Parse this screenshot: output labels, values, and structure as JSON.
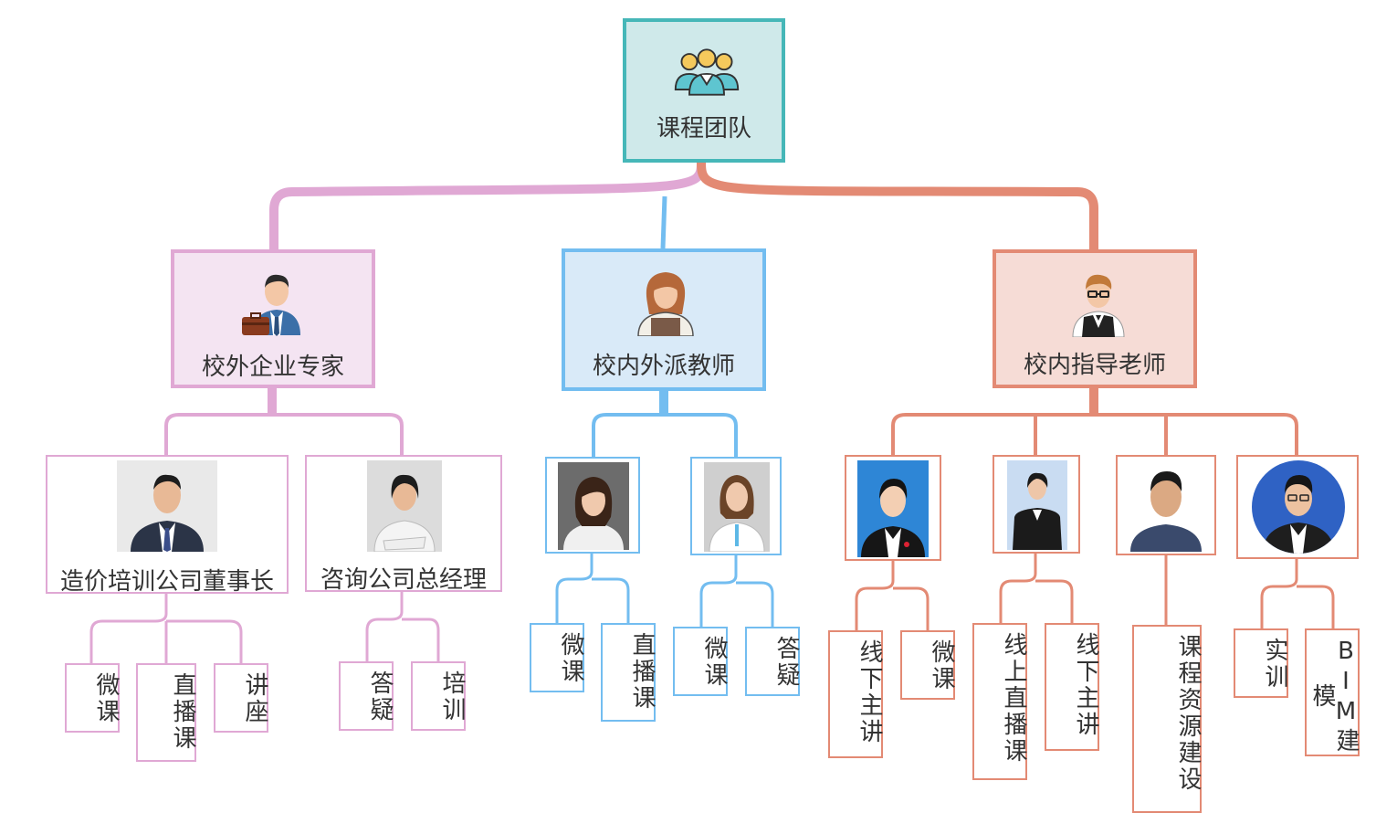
{
  "root": {
    "label": "课程团队",
    "icon": "team-icon"
  },
  "colors": {
    "root_fill": "#cfe9ea",
    "root_border": "#46b7b8",
    "pink": "#e0a8d4",
    "pink_fill": "#f4e4f2",
    "blue": "#73bdf0",
    "blue_fill": "#d9eaf8",
    "orange": "#e38a74",
    "orange_fill": "#f6dcd6"
  },
  "groups": [
    {
      "label": "校外企业专家",
      "icon": "businessman-with-briefcase-icon",
      "members": [
        {
          "title": "造价培训公司董事长",
          "leaves": [
            "微课",
            "直播课",
            "讲座"
          ]
        },
        {
          "title": "咨询公司总经理",
          "leaves": [
            "答疑",
            "培训"
          ]
        }
      ]
    },
    {
      "label": "校内外派教师",
      "icon": "female-teacher-icon",
      "members": [
        {
          "title": "",
          "leaves": [
            "微课",
            "直播课"
          ]
        },
        {
          "title": "",
          "leaves": [
            "微课",
            "答疑"
          ]
        }
      ]
    },
    {
      "label": "校内指导老师",
      "icon": "teacher-with-glasses-icon",
      "members": [
        {
          "title": "",
          "leaves": [
            "线下主讲",
            "微课"
          ]
        },
        {
          "title": "",
          "leaves": [
            "线上直播课",
            "线下主讲"
          ]
        },
        {
          "title": "",
          "leaves": [
            "课程资源建设"
          ]
        },
        {
          "title": "",
          "leaves": [
            "实训",
            "BIM建模"
          ]
        }
      ]
    }
  ]
}
